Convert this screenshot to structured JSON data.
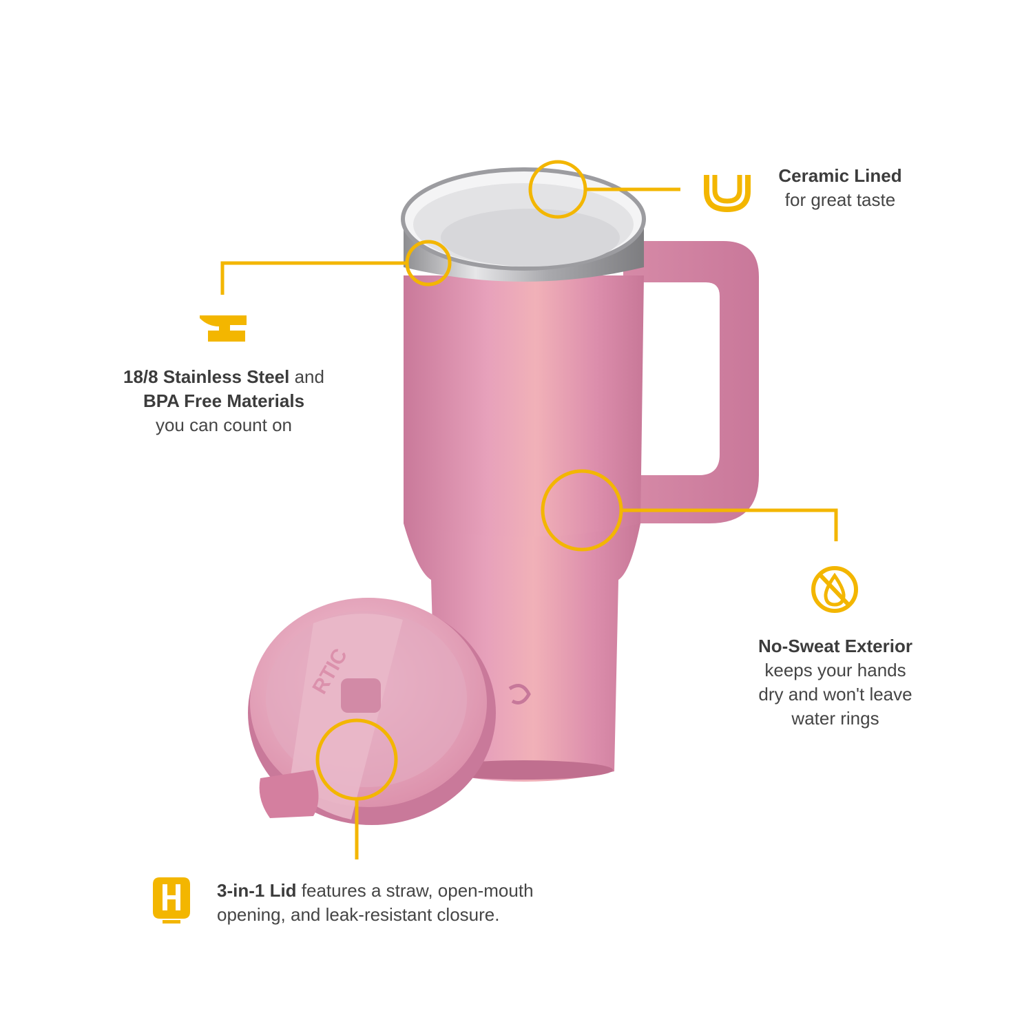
{
  "colors": {
    "accent": "#f3b600",
    "product": "#d98ba8",
    "text": "#454545"
  },
  "features": {
    "ceramic": {
      "icon": "ceramic-liner-icon",
      "title": "Ceramic Lined",
      "desc": "for great taste"
    },
    "steel": {
      "icon": "anvil-icon",
      "title": "18/8 Stainless Steel",
      "title_suffix": " and",
      "title2": "BPA Free Materials",
      "desc": "you can count on"
    },
    "no_sweat": {
      "icon": "no-water-drop-icon",
      "title": "No-Sweat Exterior",
      "desc_line1": "keeps your hands",
      "desc_line2": "dry and won't leave",
      "desc_line3": "water rings"
    },
    "lid": {
      "icon": "lid-icon",
      "title": "3-in-1 Lid",
      "desc_line1": " features a straw, open-mouth",
      "desc_line2": "opening, and leak-resistant closure."
    }
  },
  "product": {
    "brand_mark": "RTIC"
  }
}
